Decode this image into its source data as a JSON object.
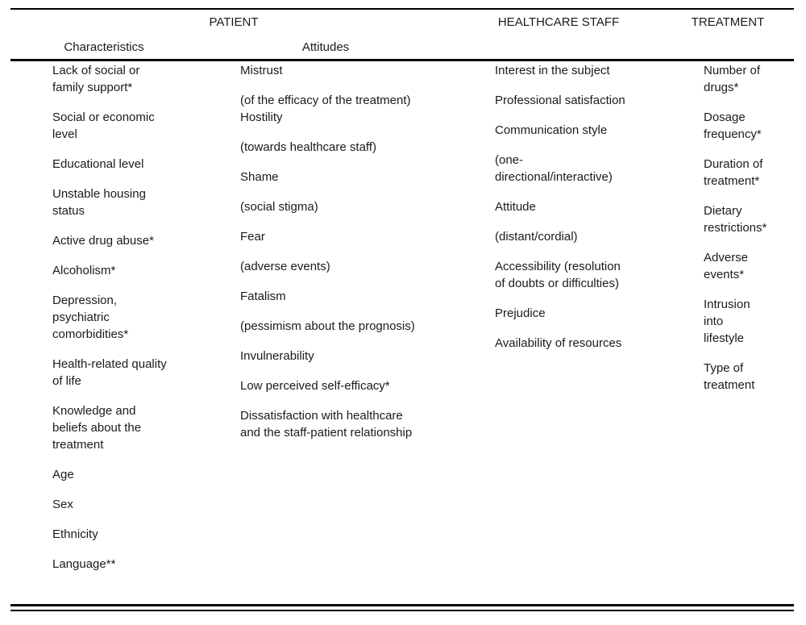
{
  "table": {
    "header_groups": [
      {
        "label": "PATIENT"
      },
      {
        "label": "HEALTHCARE STAFF"
      },
      {
        "label": "TREATMENT"
      }
    ],
    "subheaders": [
      {
        "label": "Characteristics"
      },
      {
        "label": "Attitudes"
      }
    ],
    "columns": [
      {
        "name": "patient-characteristics",
        "items": [
          "Lack of social or\nfamily support*",
          "Social or economic\nlevel",
          "Educational level",
          "Unstable housing\nstatus",
          "Active drug abuse*",
          "Alcoholism*",
          "Depression,\npsychiatric\ncomorbidities*",
          "Health-related quality\nof life",
          "Knowledge and\nbeliefs about the\ntreatment",
          "Age",
          "Sex",
          "Ethnicity",
          "Language**"
        ]
      },
      {
        "name": "patient-attitudes",
        "items": [
          "Mistrust",
          "(of the efficacy of the treatment)\nHostility",
          "(towards healthcare staff)",
          "Shame",
          "(social stigma)",
          "Fear",
          "(adverse events)",
          "Fatalism",
          "(pessimism about the prognosis)",
          "Invulnerability",
          "Low perceived self-efficacy*",
          "Dissatisfaction with healthcare\nand the staff-patient relationship"
        ]
      },
      {
        "name": "healthcare-staff",
        "items": [
          "Interest in the subject",
          "Professional satisfaction",
          "Communication style",
          "(one-\ndirectional/interactive)",
          "Attitude",
          "(distant/cordial)",
          "Accessibility (resolution\nof doubts or difficulties)",
          "Prejudice",
          "Availability of resources"
        ]
      },
      {
        "name": "treatment",
        "items": [
          "Number of\ndrugs*",
          "Dosage\nfrequency*",
          "Duration of\ntreatment*",
          "Dietary\nrestrictions*",
          "Adverse\nevents*",
          "Intrusion\ninto\nlifestyle",
          "Type of\ntreatment"
        ]
      }
    ],
    "colors": {
      "text": "#1b1b1b",
      "rule": "#000000",
      "background": "#ffffff"
    }
  }
}
